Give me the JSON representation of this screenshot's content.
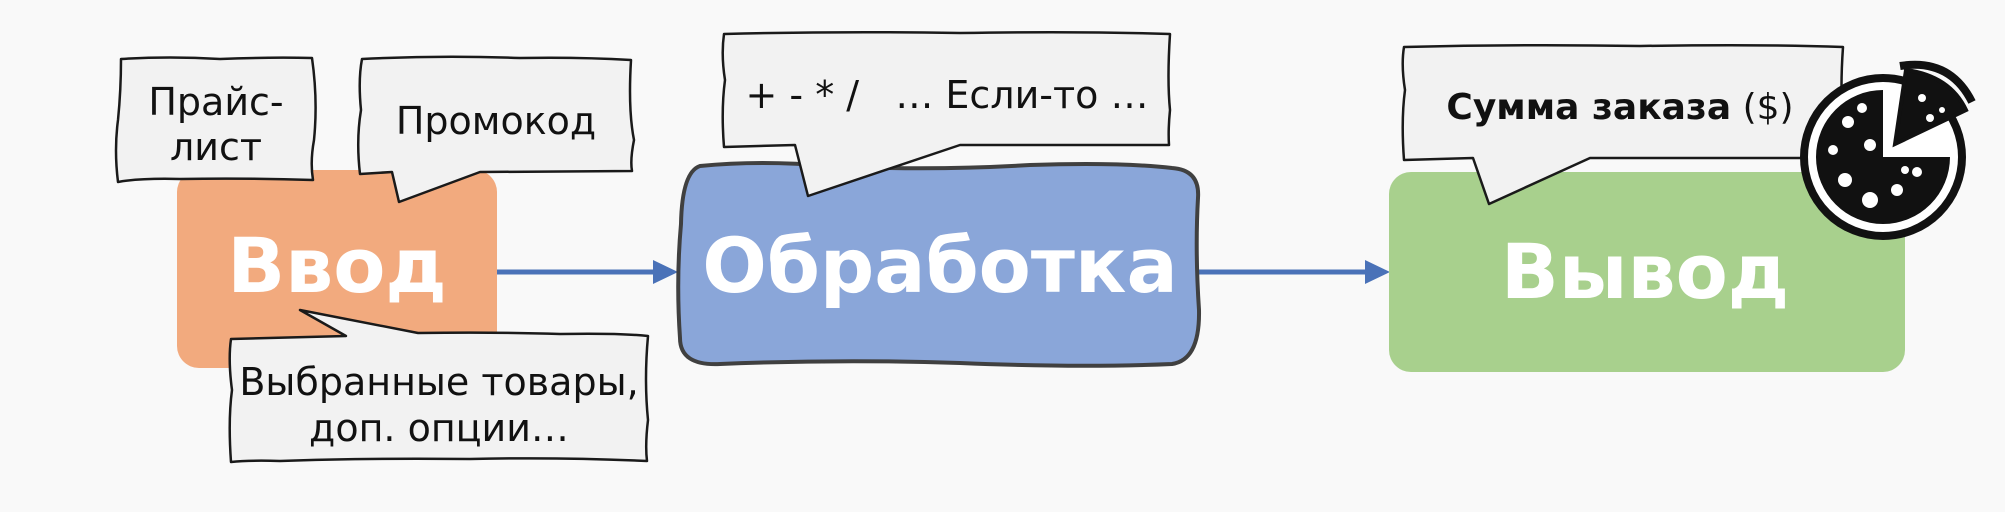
{
  "colors": {
    "background": "#f9f9f9",
    "input_box": "#f2aa7e",
    "process_box": "#8aa6d9",
    "process_border": "#404040",
    "output_box": "#a8d08d",
    "arrow": "#4a72b8",
    "callout_fill": "#f2f2f2",
    "callout_stroke": "#1a1a1a",
    "box_text": "#ffffff",
    "callout_text": "#111111"
  },
  "boxes": {
    "input": {
      "label": "Ввод"
    },
    "process": {
      "label": "Обработка"
    },
    "output": {
      "label": "Вывод"
    }
  },
  "callouts": {
    "price_list": {
      "lines": [
        "Прайс-",
        "лист"
      ]
    },
    "promo_code": {
      "text": "Промокод"
    },
    "selected_items": {
      "lines": [
        "Выбранные товары,",
        "доп. опции…"
      ]
    },
    "operations": {
      "text": "+ - * /   … Если-то …"
    },
    "order_total": {
      "bold": "Сумма заказа",
      "rest": " ($)"
    }
  },
  "icons": {
    "pizza": "pizza-icon"
  }
}
